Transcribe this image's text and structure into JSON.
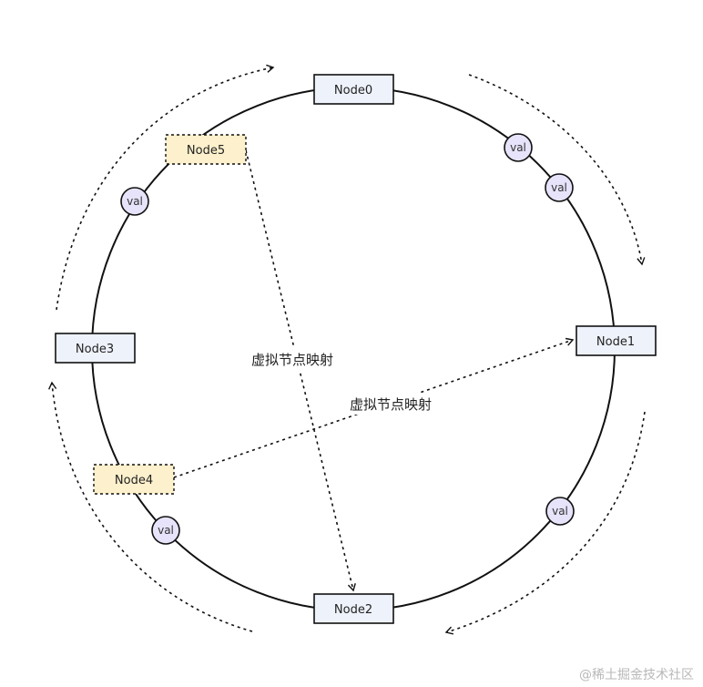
{
  "nodes": {
    "node0": {
      "label": "Node0"
    },
    "node1": {
      "label": "Node1"
    },
    "node2": {
      "label": "Node2"
    },
    "node3": {
      "label": "Node3"
    },
    "node4": {
      "label": "Node4"
    },
    "node5": {
      "label": "Node5"
    }
  },
  "vals": {
    "v1": "val",
    "v2": "val",
    "v3": "val",
    "v4": "val",
    "v5": "val"
  },
  "mapping_labels": {
    "left": "虚拟节点映射",
    "right": "虚拟节点映射"
  },
  "watermark": "@稀土掘金技术社区",
  "colors": {
    "real_node_fill": "#eef2fb",
    "virtual_node_fill": "#fdf0cc",
    "val_fill": "#e6e3fa",
    "line": "#111111"
  }
}
